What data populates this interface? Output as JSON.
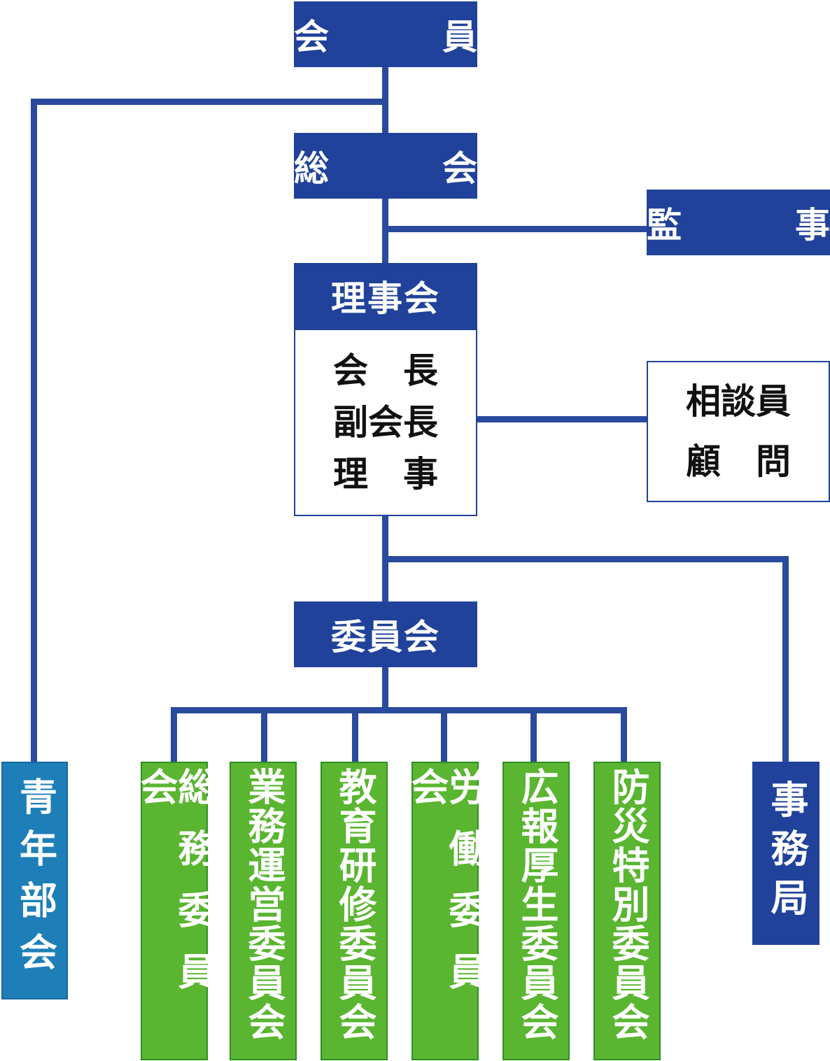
{
  "org_chart": {
    "members": "会　員",
    "general_meeting": "総　会",
    "auditor": "監　事",
    "board": {
      "title": "理事会",
      "roles": [
        "会　長",
        "副会長",
        "理　事"
      ]
    },
    "advisors": [
      "相談員",
      "顧　問"
    ],
    "committees_title": "委員会",
    "youth": "青年部会",
    "secretariat": "事務局",
    "committees": [
      "総務委員会",
      "業務運営委員会",
      "教育研修委員会",
      "労働委員会",
      "広報厚生委員会",
      "防災特別委員会"
    ]
  },
  "colors": {
    "navy": "#21429a",
    "line": "#2a4a9e",
    "youth_blue": "#1e7fb8",
    "committee_green": "#5ab531"
  }
}
